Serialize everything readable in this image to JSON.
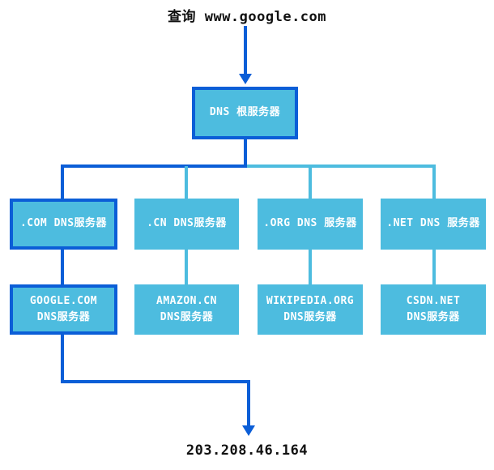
{
  "query": {
    "title": "查询 www.google.com"
  },
  "root_server": {
    "label": "DNS 根服务器"
  },
  "tld_servers": [
    {
      "label": ".COM DNS服务器",
      "highlighted": true
    },
    {
      "label": ".CN DNS服务器",
      "highlighted": false
    },
    {
      "label": ".ORG DNS 服务器",
      "highlighted": false
    },
    {
      "label": ".NET DNS 服务器",
      "highlighted": false
    }
  ],
  "authoritative_servers": [
    {
      "line1": "GOOGLE.COM",
      "line2": "DNS服务器",
      "highlighted": true
    },
    {
      "line1": "AMAZON.CN",
      "line2": "DNS服务器",
      "highlighted": false
    },
    {
      "line1": "WIKIPEDIA.ORG",
      "line2": "DNS服务器",
      "highlighted": false
    },
    {
      "line1": "CSDN.NET",
      "line2": "DNS服务器",
      "highlighted": false
    }
  ],
  "result": {
    "ip": "203.208.46.164"
  },
  "colors": {
    "highlight_path": "#0b5ed7",
    "node_fill": "#4dbcdf",
    "node_text": "#ffffff",
    "label_text": "#111111"
  }
}
